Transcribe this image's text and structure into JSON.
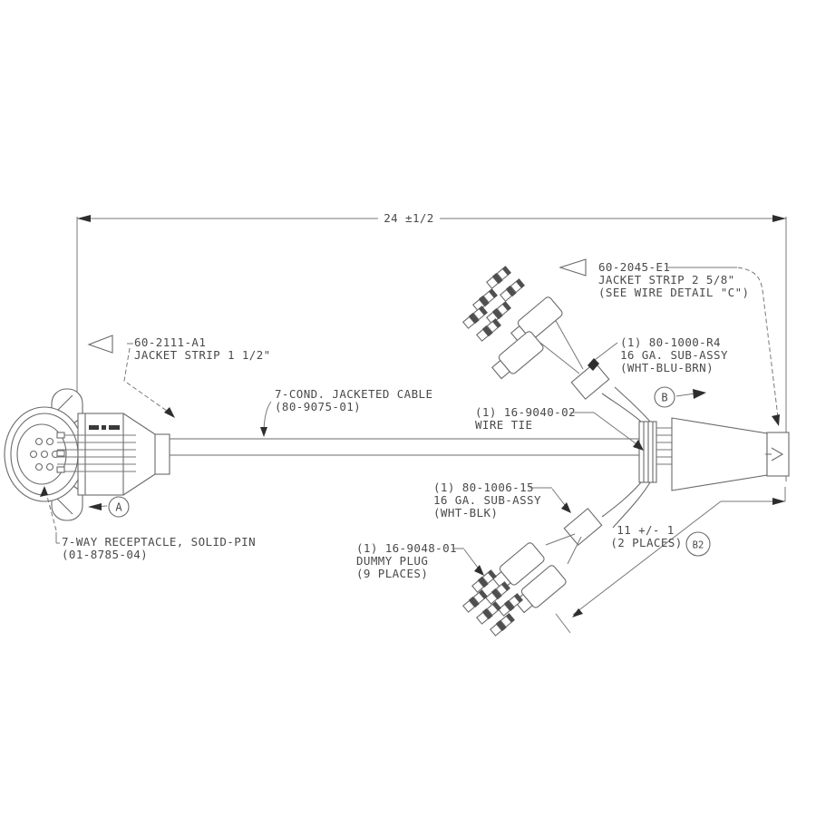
{
  "drawing": {
    "title_hint": "cable assembly drawing",
    "overall_dim": "24 ±1/2",
    "branch_dim": [
      "11 +/- 1",
      "(2 PLACES)"
    ],
    "balloons": {
      "a": "A",
      "b": "B",
      "b2": "B2"
    },
    "labels": {
      "jacket_strip_right": [
        "60-2045-E1",
        "JACKET STRIP 2 5/8\"",
        "(SEE WIRE DETAIL \"C\")"
      ],
      "sub_assy_top": [
        "(1) 80-1000-R4",
        "16 GA. SUB-ASSY",
        "(WHT-BLU-BRN)"
      ],
      "jacket_strip_left": [
        "60-2111-A1",
        "JACKET STRIP 1 1/2\""
      ],
      "cable": [
        "7-COND. JACKETED CABLE",
        "(80-9075-01)"
      ],
      "wire_tie": [
        "(1) 16-9040-02",
        "WIRE TIE"
      ],
      "sub_assy_bottom": [
        "(1) 80-1006-15",
        "16 GA. SUB-ASSY",
        "(WHT-BLK)"
      ],
      "receptacle": [
        "7-WAY RECEPTACLE, SOLID-PIN",
        "(01-8785-04)"
      ],
      "dummy_plug": [
        "(1) 16-9048-01",
        "DUMMY PLUG",
        "(9 PLACES)"
      ]
    }
  }
}
